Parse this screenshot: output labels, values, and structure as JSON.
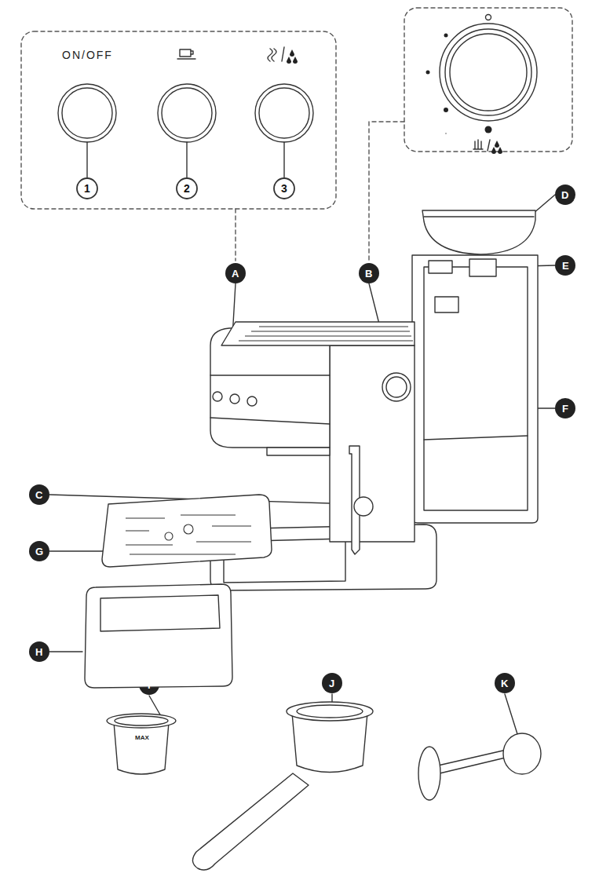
{
  "diagram": {
    "labels": [
      "ON/OFF",
      "1",
      "2",
      "3",
      "A",
      "B",
      "C",
      "D",
      "E",
      "F",
      "G",
      "H",
      "I",
      "J",
      "K",
      "MAX"
    ]
  }
}
